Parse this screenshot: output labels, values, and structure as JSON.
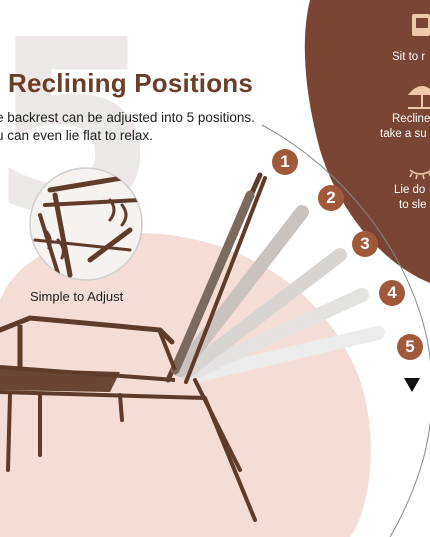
{
  "big_number": "5",
  "title": "Reclining Positions",
  "description": {
    "line1": "e backrest can be adjusted into 5 positions.",
    "line2": "u can even lie flat to relax."
  },
  "detail_caption": "Simple to Adjust",
  "side_panel": {
    "items": [
      {
        "label_line1": "Sit to r",
        "label_line2": "",
        "icon": "chair-icon"
      },
      {
        "label_line1": "Recline",
        "label_line2": "take a su",
        "icon": "umbrella-icon"
      },
      {
        "label_line1": "Lie do",
        "label_line2": "to sle",
        "icon": "sleep-eye-icon"
      }
    ]
  },
  "positions": [
    "1",
    "2",
    "3",
    "4",
    "5"
  ],
  "colors": {
    "brown_panel": "#7a4533",
    "title_brown": "#6b3e2c",
    "circle_brown": "#a05a3a",
    "pink_blob": "#f3ddd6",
    "frame": "#5e3b2a"
  }
}
